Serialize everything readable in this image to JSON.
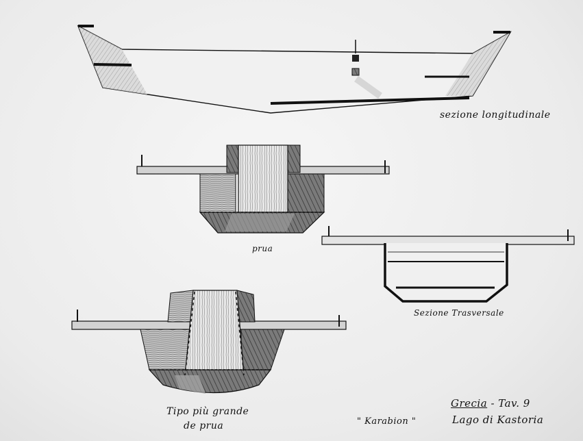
{
  "labels": {
    "sezione_longitudinale": "sezione longitudinale",
    "prua": "prua",
    "sezione_trasversale": "Sezione Trasversale",
    "tipo_line1": "Tipo più grande",
    "tipo_line2": "de prua",
    "karabion": "\" Karabion \"",
    "grecia": "Grecia",
    "tav": " - Tav. 9",
    "lago": "Lago di Kastoria"
  },
  "colors": {
    "ink": "#111111",
    "paper": "#ececec",
    "wood": "#8a8a8a",
    "wood_dark": "#4a4a4a",
    "wood_light": "#c8c8c8"
  }
}
